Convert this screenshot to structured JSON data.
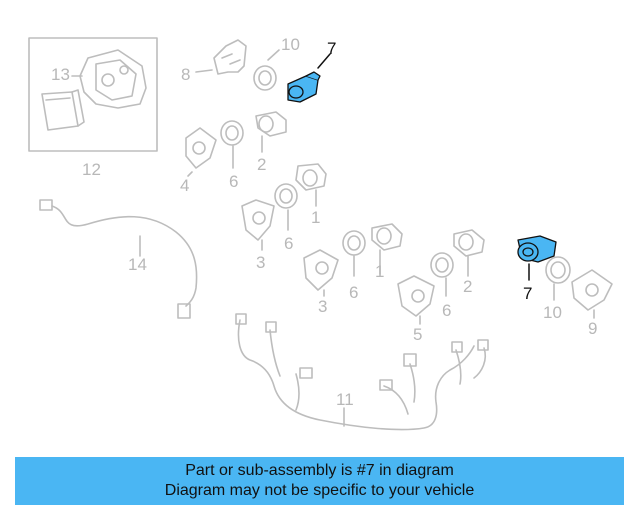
{
  "callouts": {
    "c13": "13",
    "c12": "12",
    "c8": "8",
    "c10_top": "10",
    "c7_top": "7",
    "c4": "4",
    "c6_a": "6",
    "c2_a": "2",
    "c1_a": "1",
    "c14": "14",
    "c3_a": "3",
    "c6_b": "6",
    "c6_c": "6",
    "c1_b": "1",
    "c3_b": "3",
    "c2_b": "2",
    "c6_d": "6",
    "c5": "5",
    "c7_right": "7",
    "c10_right": "10",
    "c9": "9",
    "c11": "11"
  },
  "colors": {
    "highlight": "#4ab6f3",
    "line_art": "#bdbdbd",
    "banner_bg": "#4ab6f3"
  },
  "banner": {
    "line1": "Part or sub-assembly is #7 in diagram",
    "line2": "Diagram may not be specific to your vehicle"
  }
}
